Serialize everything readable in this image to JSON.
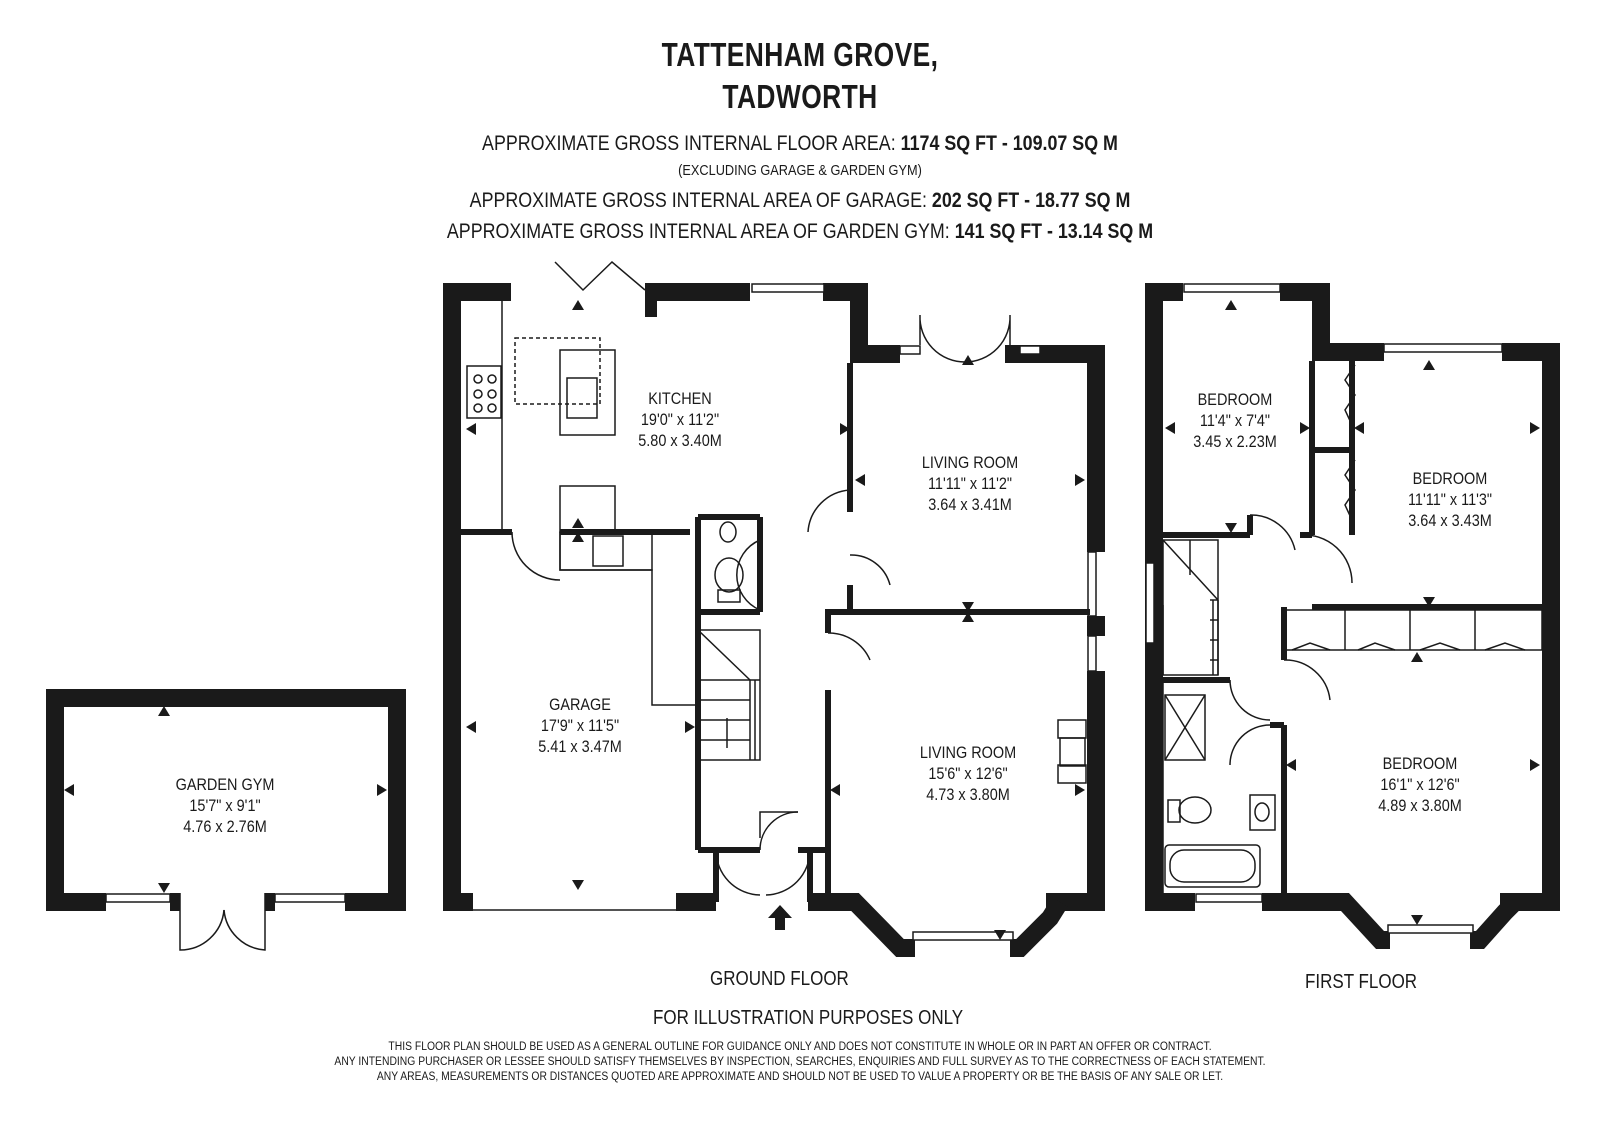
{
  "header": {
    "title_line1": "TATTENHAM GROVE,",
    "title_line2": "TADWORTH"
  },
  "areas": {
    "main_label": "APPROXIMATE GROSS INTERNAL FLOOR AREA:",
    "main_value": "1174  SQ FT  -  109.07 SQ M",
    "main_note": "(EXCLUDING GARAGE & GARDEN GYM)",
    "garage_label": "APPROXIMATE GROSS INTERNAL AREA OF GARAGE:",
    "garage_value": "202  SQ FT  -  18.77 SQ M",
    "gym_label": "APPROXIMATE GROSS INTERNAL AREA OF GARDEN GYM:",
    "gym_value": "141 SQ FT  -  13.14 SQ M"
  },
  "rooms": {
    "kitchen": {
      "name": "KITCHEN",
      "imperial": "19'0\" x 11'2\"",
      "metric": "5.80 x 3.40M"
    },
    "living_room_1": {
      "name": "LIVING ROOM",
      "imperial": "11'11\" x 11'2\"",
      "metric": "3.64 x 3.41M"
    },
    "garage": {
      "name": "GARAGE",
      "imperial": "17'9\" x 11'5\"",
      "metric": "5.41 x 3.47M"
    },
    "living_room_2": {
      "name": "LIVING ROOM",
      "imperial": "15'6\" x 12'6\"",
      "metric": "4.73 x 3.80M"
    },
    "garden_gym": {
      "name": "GARDEN GYM",
      "imperial": "15'7\" x 9'1\"",
      "metric": "4.76 x 2.76M"
    },
    "bedroom_1": {
      "name": "BEDROOM",
      "imperial": "11'4\" x 7'4\"",
      "metric": "3.45 x 2.23M"
    },
    "bedroom_2": {
      "name": "BEDROOM",
      "imperial": "11'11\" x 11'3\"",
      "metric": "3.64 x 3.43M"
    },
    "bedroom_3": {
      "name": "BEDROOM",
      "imperial": "16'1\" x 12'6\"",
      "metric": "4.89 x 3.80M"
    }
  },
  "floors": {
    "ground": "GROUND FLOOR",
    "first": "FIRST FLOOR"
  },
  "illustration_note": "FOR ILLUSTRATION PURPOSES ONLY",
  "disclaimer": {
    "line1": "THIS FLOOR PLAN SHOULD BE USED AS A GENERAL OUTLINE FOR GUIDANCE ONLY AND DOES NOT CONSTITUTE IN WHOLE OR IN PART AN OFFER OR CONTRACT.",
    "line2": "ANY INTENDING PURCHASER OR LESSEE SHOULD SATISFY THEMSELVES BY INSPECTION, SEARCHES, ENQUIRIES AND FULL SURVEY AS TO THE CORRECTNESS OF EACH STATEMENT.",
    "line3": "ANY AREAS, MEASUREMENTS OR DISTANCES QUOTED ARE APPROXIMATE AND SHOULD NOT BE USED TO VALUE A PROPERTY OR BE THE BASIS OF ANY SALE OR LET."
  }
}
